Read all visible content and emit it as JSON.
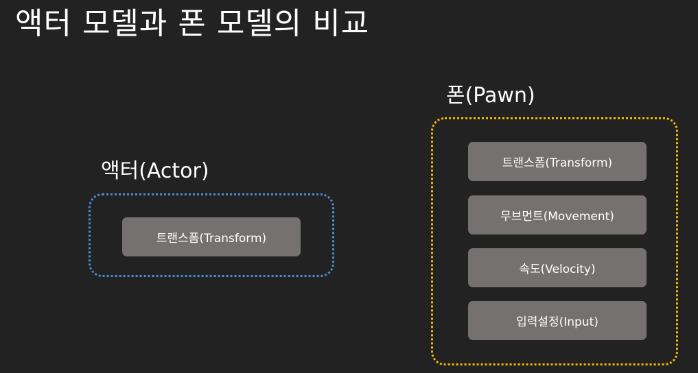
{
  "title": "액터 모델과 폰 모델의 비교",
  "actor": {
    "label": "액터(Actor)",
    "frame_color": "#4a8fd6",
    "components": [
      "트랜스폼(Transform)"
    ]
  },
  "pawn": {
    "label": "폰(Pawn)",
    "frame_color": "#f5b800",
    "components": [
      "트랜스폼(Transform)",
      "무브먼트(Movement)",
      "속도(Velocity)",
      "입력설정(Input)"
    ]
  },
  "colors": {
    "background": "#222222",
    "component_fill": "#757171",
    "text": "#ffffff"
  }
}
